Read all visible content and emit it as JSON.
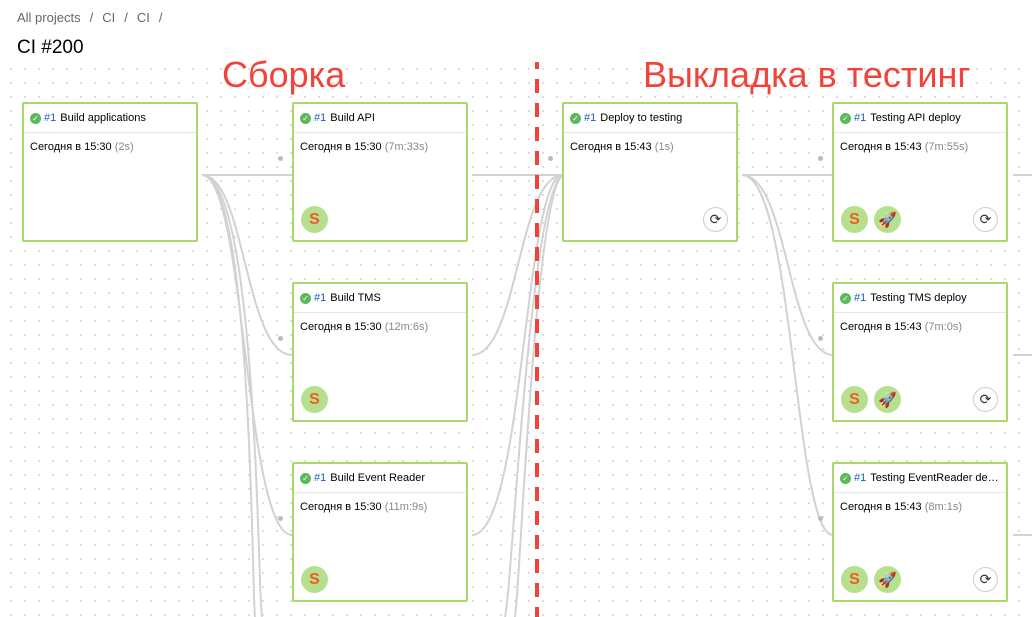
{
  "breadcrumb": [
    "All projects",
    "CI",
    "CI"
  ],
  "breadcrumb_sep": "/",
  "page_title": "CI #200",
  "sections": {
    "build": "Сборка",
    "deploy": "Выкладка в тестинг"
  },
  "colors": {
    "card_border": "#a6d96a",
    "success": "#5cb85c",
    "section_label": "#f0433a",
    "divider": "#f0433a",
    "run_number": "#1a5ec2"
  },
  "jobs": [
    {
      "num": "#1",
      "title": "Build applications",
      "time": "Сегодня в 15:30",
      "duration": "(2s)",
      "status": "success",
      "avatars": [],
      "restart": false
    },
    {
      "num": "#1",
      "title": "Build API",
      "time": "Сегодня в 15:30",
      "duration": "(7m:33s)",
      "status": "success",
      "avatars": [
        "S"
      ],
      "restart": false
    },
    {
      "num": "#1",
      "title": "Build TMS",
      "time": "Сегодня в 15:30",
      "duration": "(12m:6s)",
      "status": "success",
      "avatars": [
        "S"
      ],
      "restart": false
    },
    {
      "num": "#1",
      "title": "Build Event Reader",
      "time": "Сегодня в 15:30",
      "duration": "(11m:9s)",
      "status": "success",
      "avatars": [
        "S"
      ],
      "restart": false
    },
    {
      "num": "#1",
      "title": "Deploy to testing",
      "time": "Сегодня в 15:43",
      "duration": "(1s)",
      "status": "success",
      "avatars": [],
      "restart": true
    },
    {
      "num": "#1",
      "title": "Testing API deploy",
      "time": "Сегодня в 15:43",
      "duration": "(7m:55s)",
      "status": "success",
      "avatars": [
        "S",
        "rocket"
      ],
      "restart": true
    },
    {
      "num": "#1",
      "title": "Testing TMS deploy",
      "time": "Сегодня в 15:43",
      "duration": "(7m:0s)",
      "status": "success",
      "avatars": [
        "S",
        "rocket"
      ],
      "restart": true
    },
    {
      "num": "#1",
      "title": "Testing EventReader dep...",
      "time": "Сегодня в 15:43",
      "duration": "(8m:1s)",
      "status": "success",
      "avatars": [
        "S",
        "rocket"
      ],
      "restart": true
    }
  ],
  "icons": {
    "status": "check-circle-icon",
    "restart": "restart-icon",
    "avatar_s": "s-avatar-icon",
    "avatar_rocket": "rocket-icon"
  }
}
